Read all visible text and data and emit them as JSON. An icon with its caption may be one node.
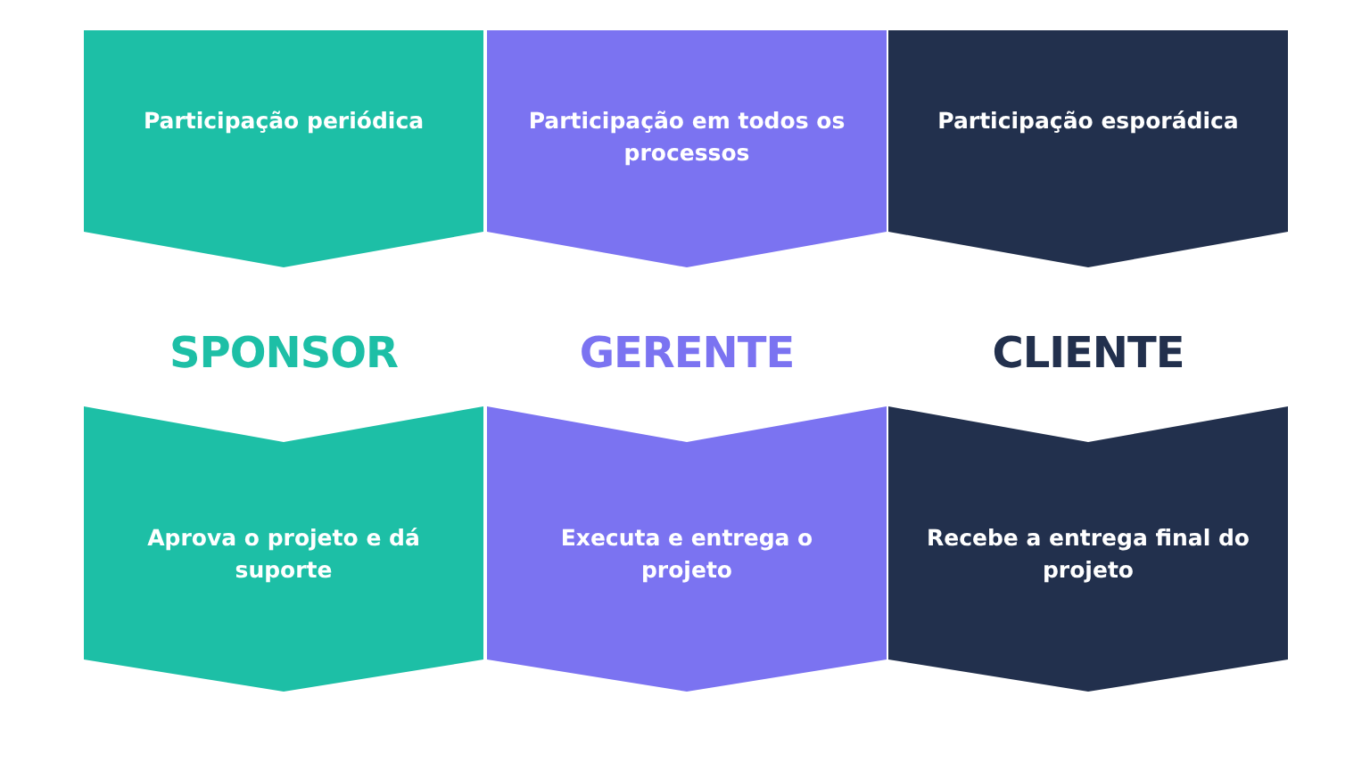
{
  "diagram": {
    "nodes": [
      {
        "text": [
          "Participação periódica"
        ]
      },
      {
        "text": [
          "Participação em todos os processos"
        ]
      },
      {
        "text": [
          "Participação esporádica"
        ]
      },
      {
        "text": [
          "SPONSOR"
        ]
      },
      {
        "text": [
          "GERENTE"
        ]
      },
      {
        "text": [
          "CLIENTE"
        ]
      },
      {
        "text": [
          "Aprova o projeto e dá suporte"
        ]
      },
      {
        "text": [
          "Executa e entrega o projeto"
        ]
      },
      {
        "text": [
          "Recebe a entrega final do projeto"
        ]
      }
    ]
  }
}
